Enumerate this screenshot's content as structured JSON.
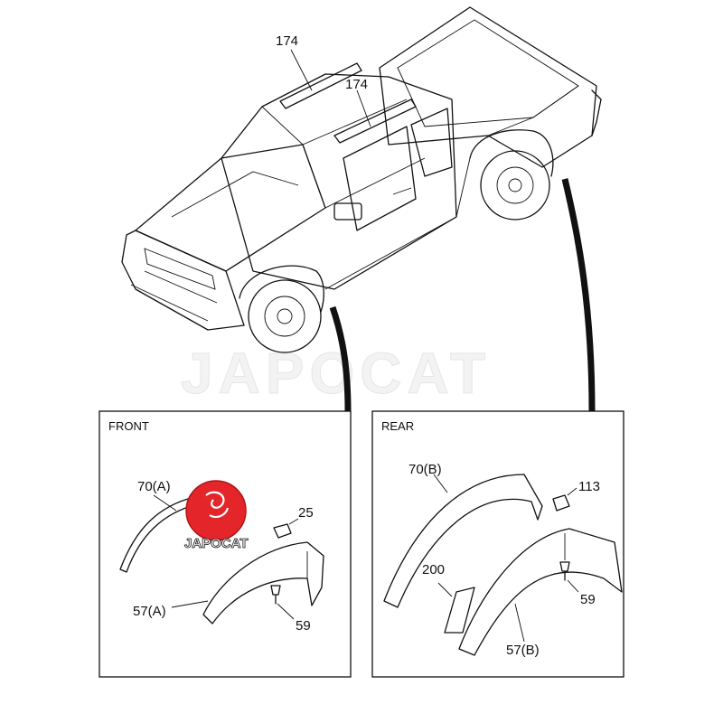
{
  "watermark": "JAPOCAT",
  "logo": {
    "text": "JAPOCAT",
    "color": "#e4262a"
  },
  "truck": {
    "callouts": [
      "174",
      "174"
    ]
  },
  "front_panel": {
    "title": "FRONT",
    "callouts": {
      "trim_upper": "70(A)",
      "clip": "25",
      "flare": "57(A)",
      "screw": "59"
    }
  },
  "rear_panel": {
    "title": "REAR",
    "callouts": {
      "trim_upper": "70(B)",
      "clip": "113",
      "mudflap": "200",
      "screw": "59",
      "flare": "57(B)"
    }
  }
}
